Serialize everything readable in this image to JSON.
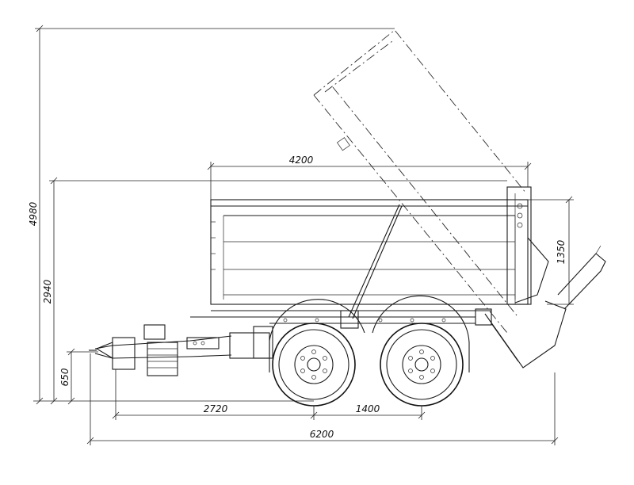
{
  "dimensions": {
    "overall_height": "4980",
    "body_height": "2940",
    "hitch_height": "650",
    "body_length": "4200",
    "side_height": "1350",
    "wheelbase": "2720",
    "axle_spacing": "1400",
    "overall_length": "6200"
  }
}
